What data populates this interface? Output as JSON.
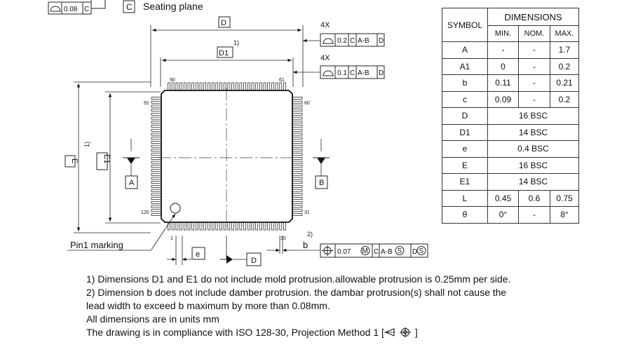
{
  "header": {
    "flatness_value": "0.08",
    "flatness_datum": "C",
    "seating_letter": "C",
    "seating_label": "Seating plane"
  },
  "drawing": {
    "dim_D": "D",
    "dim_D1": "D1",
    "dim_E": "E",
    "dim_E1": "E1",
    "dim_e": "e",
    "dim_b": "b",
    "note_ref_1": "1)",
    "note_ref_2": "2)",
    "count_1": "4X",
    "count_2": "4X",
    "profile_1": {
      "value": "0.2",
      "datum1": "C",
      "datum2": "A-B",
      "datum3": "D"
    },
    "profile_2": {
      "value": "0.1",
      "datum1": "C",
      "datum2": "A-B",
      "datum3": "D"
    },
    "position": {
      "value": "0.07",
      "modifier": "M",
      "datum1": "C",
      "datum2": "A-B",
      "datum2_mod": "S",
      "datum3": "D",
      "datum3_mod": "S"
    },
    "datum_A": "A",
    "datum_B": "B",
    "datum_D": "D",
    "pins": {
      "p1": "1",
      "p30": "30",
      "p31": "31",
      "p60": "60",
      "p61": "61",
      "p90": "90",
      "p91": "91",
      "p120": "120"
    },
    "pin1_label": "Pin1 marking"
  },
  "table": {
    "header_symbol": "SYMBOL",
    "header_dimensions": "DIMENSIONS",
    "header_min": "MIN.",
    "header_nom": "NOM.",
    "header_max": "MAX.",
    "rows": [
      {
        "symbol": "A",
        "min": "-",
        "nom": "-",
        "max": "1.7"
      },
      {
        "symbol": "A1",
        "min": "0",
        "nom": "-",
        "max": "0.2"
      },
      {
        "symbol": "b",
        "min": "0.11",
        "nom": "-",
        "max": "0.21"
      },
      {
        "symbol": "c",
        "min": "0.09",
        "nom": "-",
        "max": "0.2"
      },
      {
        "symbol": "D",
        "span": "16 BSC"
      },
      {
        "symbol": "D1",
        "span": "14 BSC"
      },
      {
        "symbol": "e",
        "span": "0.4 BSC"
      },
      {
        "symbol": "E",
        "span": "16 BSC"
      },
      {
        "symbol": "E1",
        "span": "14 BSC"
      },
      {
        "symbol": "L",
        "min": "0.45",
        "nom": "0.6",
        "max": "0.75"
      },
      {
        "symbol": "θ",
        "min": "0°",
        "nom": "-",
        "max": "8°"
      }
    ]
  },
  "notes": [
    "1) Dimensions D1 and E1 do not include mold protrusion.allowable protrusion is 0.25mm per side.",
    "2) Dimension b does not include damber protrusion. the dambar protrusion(s) shall not cause the",
    "lead width to exceed b maximum by more than 0.08mm.",
    "All dimensions are in units mm",
    "The drawing is in compliance with ISO 128-30, Projection Method 1 ["
  ],
  "notes_tail": "]"
}
